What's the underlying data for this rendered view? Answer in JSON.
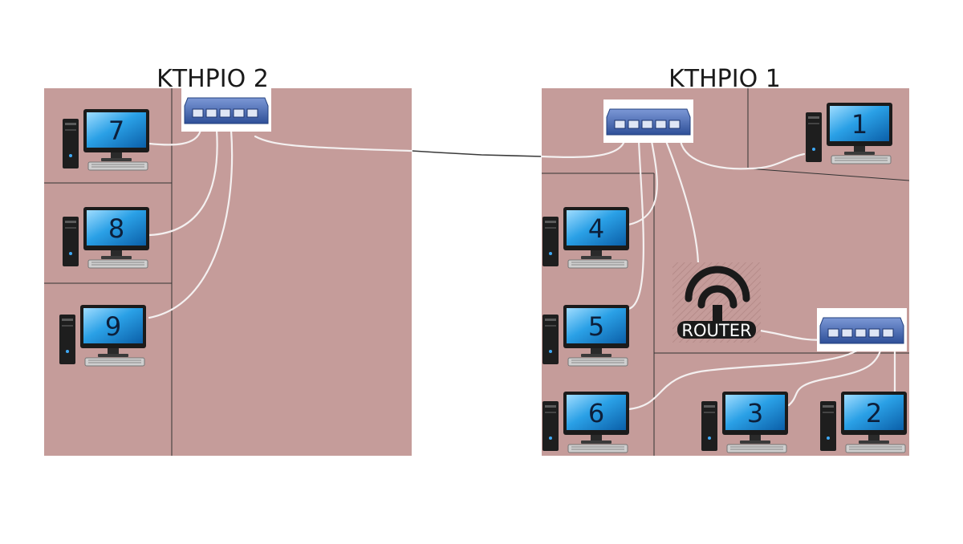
{
  "buildings": [
    {
      "id": "b2",
      "title": "ΚΤΗΡΙΟ 2"
    },
    {
      "id": "b1",
      "title": "ΚΤΗΡΙΟ 1"
    }
  ],
  "computers": [
    {
      "id": "pc7",
      "label": "7"
    },
    {
      "id": "pc8",
      "label": "8"
    },
    {
      "id": "pc9",
      "label": "9"
    },
    {
      "id": "pc1",
      "label": "1"
    },
    {
      "id": "pc4",
      "label": "4"
    },
    {
      "id": "pc5",
      "label": "5"
    },
    {
      "id": "pc6",
      "label": "6"
    },
    {
      "id": "pc3",
      "label": "3"
    },
    {
      "id": "pc2",
      "label": "2"
    }
  ],
  "router": {
    "label": "ROUTER",
    "icon": "wifi-icon"
  },
  "switches": [
    {
      "id": "sw-b2",
      "icon": "network-switch-icon"
    },
    {
      "id": "sw-b1-main",
      "icon": "network-switch-icon"
    },
    {
      "id": "sw-b1-router",
      "icon": "network-switch-icon"
    }
  ],
  "colors": {
    "floor": "#c59c9a",
    "screen": "#1c8fd8",
    "cable": "#f4f0f0",
    "switch": "#4a6fb8"
  }
}
